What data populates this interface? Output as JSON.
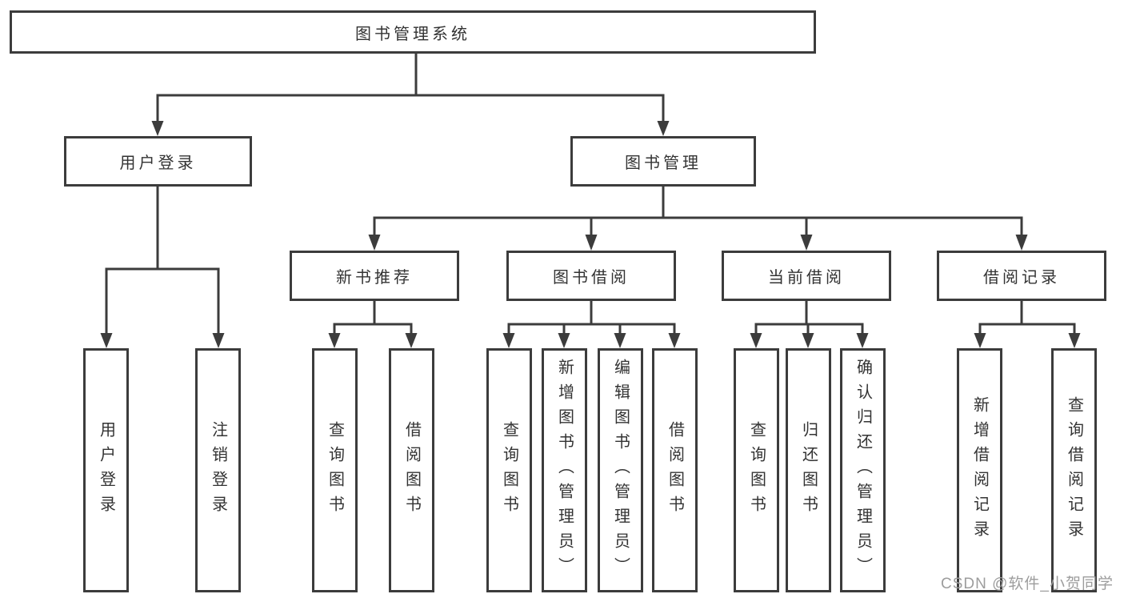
{
  "tree": {
    "root": {
      "label": "图书管理系统"
    },
    "children": [
      {
        "label": "用户登录",
        "children": [
          {
            "label": "用户登录"
          },
          {
            "label": "注销登录"
          }
        ]
      },
      {
        "label": "图书管理",
        "children": [
          {
            "label": "新书推荐",
            "children": [
              {
                "label": "查询图书"
              },
              {
                "label": "借阅图书"
              }
            ]
          },
          {
            "label": "图书借阅",
            "children": [
              {
                "label": "查询图书"
              },
              {
                "label": "新增图书（管理员）"
              },
              {
                "label": "编辑图书（管理员）"
              },
              {
                "label": "借阅图书"
              }
            ]
          },
          {
            "label": "当前借阅",
            "children": [
              {
                "label": "查询图书"
              },
              {
                "label": "归还图书"
              },
              {
                "label": "确认归还（管理员）"
              }
            ]
          },
          {
            "label": "借阅记录",
            "children": [
              {
                "label": "新增借阅记录"
              },
              {
                "label": "查询借阅记录"
              }
            ]
          }
        ]
      }
    ]
  },
  "watermark": {
    "text": "CSDN @软件_小贺同学"
  },
  "colors": {
    "line": "#3c3c3c",
    "text": "#333333",
    "box-bg": "#ffffff",
    "watermark": "#9d9d9d",
    "bg": "#ffffff"
  }
}
